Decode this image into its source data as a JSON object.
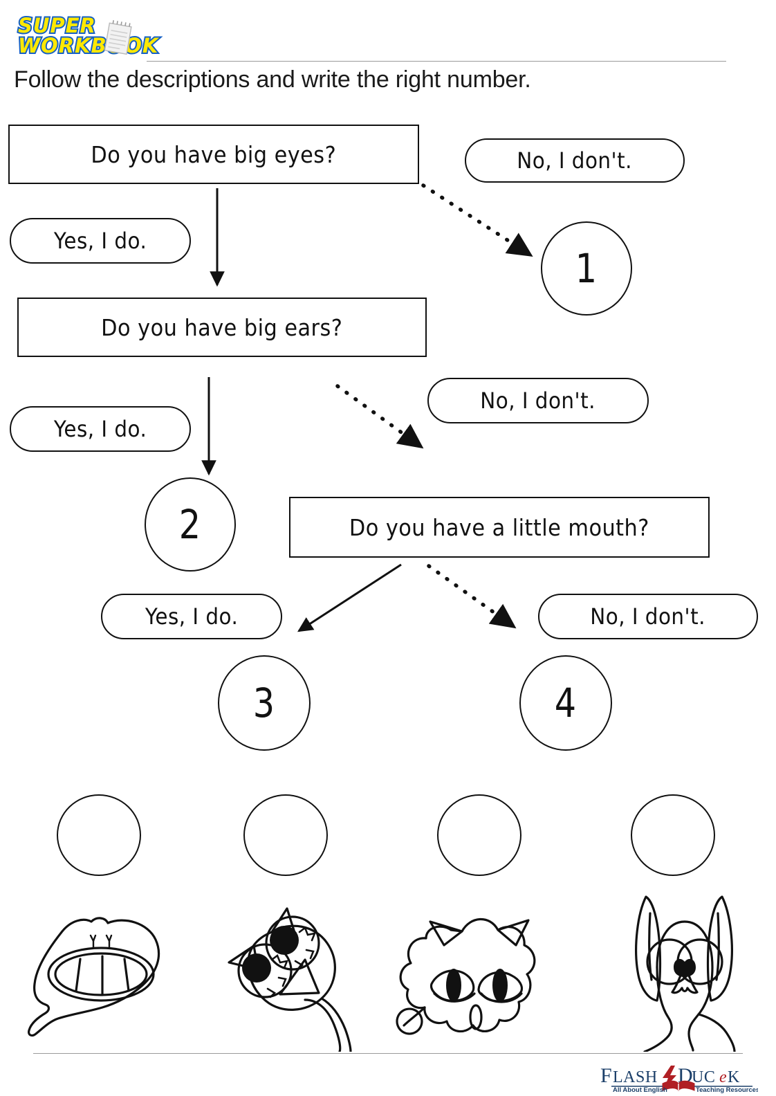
{
  "header": {
    "brand_line1": "SUPER",
    "brand_line2": "WORKBOOK",
    "brand_color_fill": "#ffe800",
    "brand_color_stroke": "#1560c4",
    "notepad_icon": "notepad-icon",
    "title": "Follow the descriptions and write the right number."
  },
  "flowchart": {
    "questions": [
      {
        "id": "q1",
        "text": "Do you have big eyes?"
      },
      {
        "id": "q2",
        "text": "Do you have big ears?"
      },
      {
        "id": "q3",
        "text": "Do you have a little mouth?"
      }
    ],
    "answers": [
      {
        "id": "a1-yes",
        "text": "Yes, I do."
      },
      {
        "id": "a1-no",
        "text": "No, I don't."
      },
      {
        "id": "a2-yes",
        "text": "Yes, I do."
      },
      {
        "id": "a2-no",
        "text": "No, I don't."
      },
      {
        "id": "a3-yes",
        "text": "Yes, I do."
      },
      {
        "id": "a3-no",
        "text": "No, I don't."
      }
    ],
    "outcomes": [
      {
        "id": "n1",
        "number": "1"
      },
      {
        "id": "n2",
        "number": "2"
      },
      {
        "id": "n3",
        "number": "3"
      },
      {
        "id": "n4",
        "number": "4"
      }
    ]
  },
  "monsters": [
    {
      "id": "monster-1",
      "name": "blob-monster-big-mouth",
      "answer_value": ""
    },
    {
      "id": "monster-2",
      "name": "cat-monster-big-eyes",
      "answer_value": ""
    },
    {
      "id": "monster-3",
      "name": "fluffy-monster-big-eyes",
      "answer_value": ""
    },
    {
      "id": "monster-4",
      "name": "bat-monster-big-ears",
      "answer_value": ""
    }
  ],
  "footer": {
    "logo_flash": "FLASH",
    "logo_duck": "DUCK",
    "tagline_left": "All About English",
    "tagline_right": "Teaching Resources",
    "logo_color": "#1b3f69",
    "accent_color": "#b01f24"
  }
}
